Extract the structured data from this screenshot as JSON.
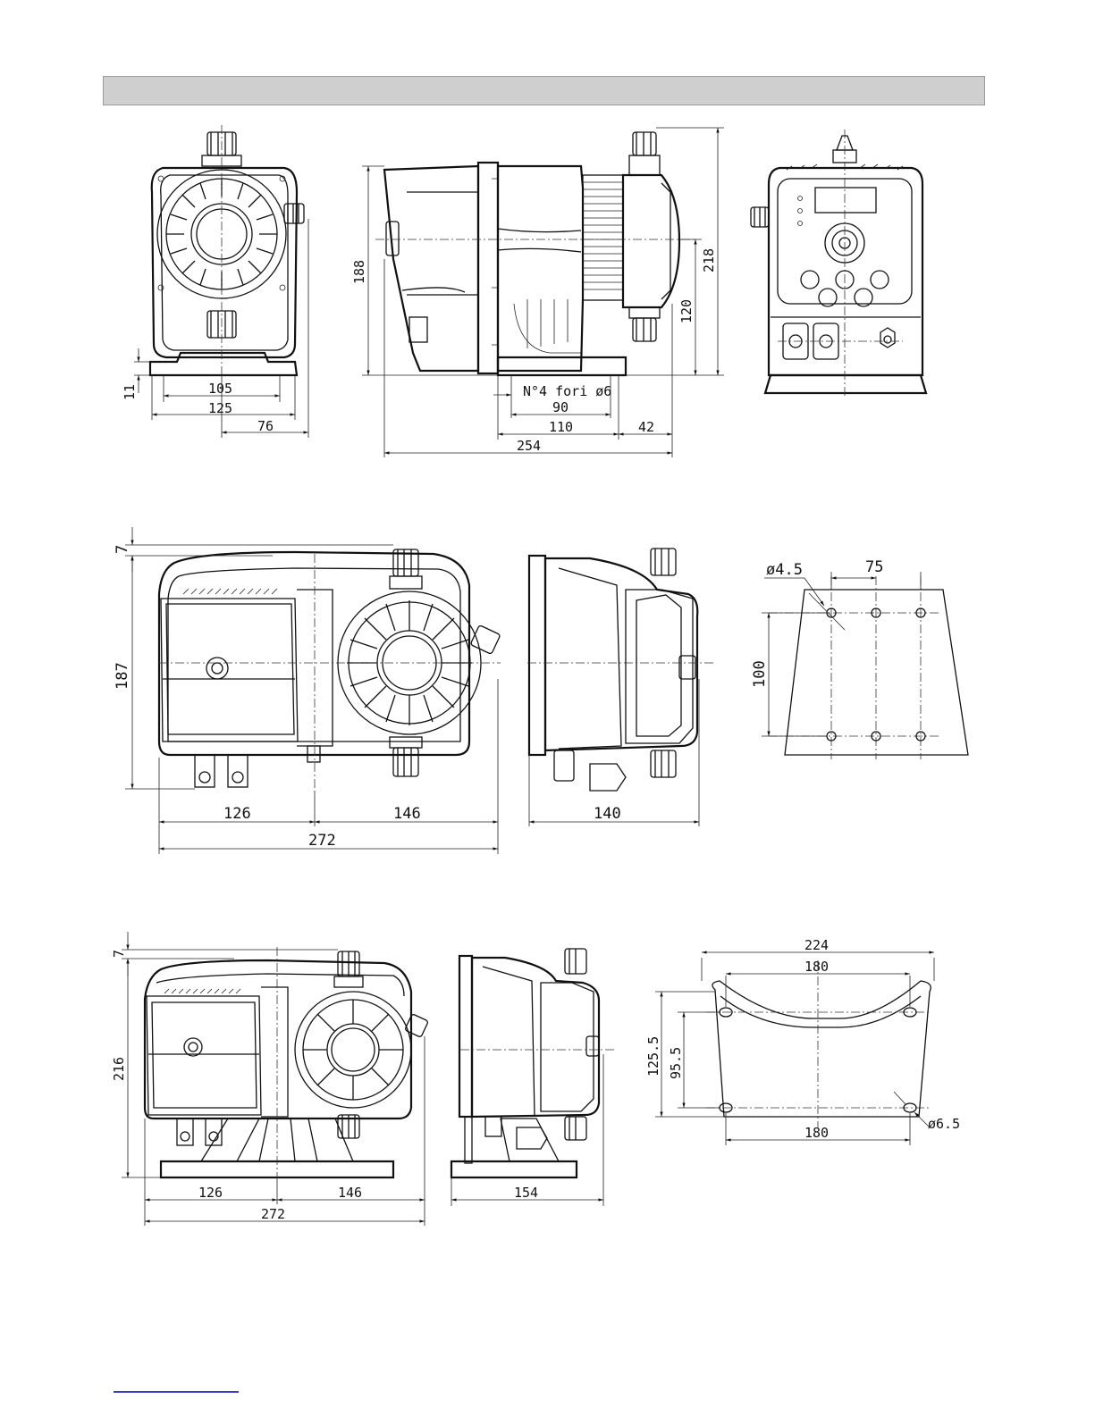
{
  "header": {
    "title": ""
  },
  "row1": {
    "front_view": {
      "dim_height_base": "11",
      "dim_width_inner": "105",
      "dim_width_outer": "125",
      "dim_offset": "76"
    },
    "side_view": {
      "dim_height": "188",
      "dim_height_total": "218",
      "dim_height_port": "120",
      "holes_note": "N°4 fori ø6",
      "dim_holes_spacing": "90",
      "dim_base": "110",
      "dim_head": "42",
      "dim_length": "254"
    }
  },
  "row2": {
    "front_view": {
      "dim_top": "7",
      "dim_height": "187",
      "dim_left": "126",
      "dim_right": "146",
      "dim_total": "272"
    },
    "side_view": {
      "dim_depth": "140"
    },
    "mounting_plate": {
      "hole_diameter": "ø4.5",
      "dim_hole_spacing_h": "75",
      "dim_hole_spacing_v": "100"
    }
  },
  "row3": {
    "front_view": {
      "dim_top": "7",
      "dim_height": "216",
      "dim_left": "126",
      "dim_right": "146",
      "dim_total": "272"
    },
    "side_view": {
      "dim_depth": "154"
    },
    "base_plate": {
      "dim_width_total": "224",
      "dim_holes_top": "180",
      "dim_holes_bottom": "180",
      "dim_height_outer": "125.5",
      "dim_height_inner": "95.5",
      "hole_diameter": "ø6.5"
    }
  },
  "colors": {
    "header_bar": "#cfcfcf",
    "line": "#111111",
    "footer_link": "#3b3bc9"
  }
}
